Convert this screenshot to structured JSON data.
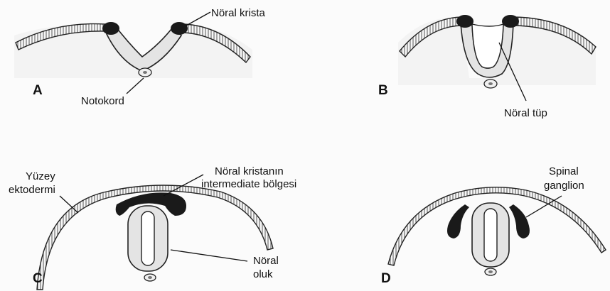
{
  "panels": [
    {
      "letter": "A",
      "labels": [
        "Nöral krista",
        "Notokord"
      ]
    },
    {
      "letter": "B",
      "labels": [
        "Nöral tüp"
      ]
    },
    {
      "letter": "C",
      "labels": [
        "Yüzey",
        "ektodermi",
        "Nöral kristanın",
        "intermediate bölgesi",
        "Nöral",
        "oluk"
      ]
    },
    {
      "letter": "D",
      "labels": [
        "Spinal",
        "ganglion"
      ]
    }
  ]
}
